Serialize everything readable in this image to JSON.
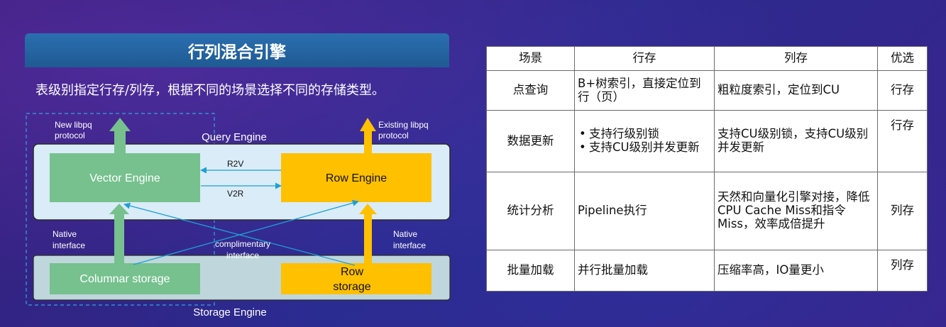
{
  "heading": "行列混合引擎",
  "subtitle": "表级别指定行存/列存，根据不同的场景选择不同的存储类型。",
  "diagram": {
    "query_engine": "Query Engine",
    "storage_engine": "Storage Engine",
    "vector_engine": "Vector Engine",
    "row_engine": "Row Engine",
    "columnar_storage": "Columnar storage",
    "row_storage": [
      "Row",
      "storage"
    ],
    "new_libpq": [
      "New libpq",
      "protocol"
    ],
    "existing_libpq": [
      "Existing libpq",
      "protocol"
    ],
    "native_left": [
      "Native",
      "interface"
    ],
    "native_right": [
      "Native",
      "interface"
    ],
    "complimentary": [
      "complimentary",
      "interface"
    ],
    "r2v": "R2V",
    "v2r": "V2R",
    "colors": {
      "green": "#76c18e",
      "yellow": "#ffc000",
      "engine_bg": "#d9ecf7",
      "storage_bg": "#bfd7dc",
      "arrow_blue": "#1e9fd6"
    }
  },
  "table": {
    "headers": [
      "场景",
      "行存",
      "列存",
      "优选"
    ],
    "rows": [
      {
        "scene": "点查询",
        "row": "B+树索引，直接定位到行（页）",
        "col": "粗粒度索引，定位到CU",
        "pref": "行存"
      },
      {
        "scene": "数据更新",
        "row_items": [
          "支持行级别锁",
          "支持CU级别并发更新"
        ],
        "col": "支持CU级别锁，支持CU级别并发更新",
        "pref": "行存"
      },
      {
        "scene": "统计分析",
        "row": "Pipeline执行",
        "col": "天然和向量化引擎对接，降低CPU Cache Miss和指令Miss，效率成倍提升",
        "pref": "列存"
      },
      {
        "scene": "批量加载",
        "row": "并行批量加载",
        "col": "压缩率高，IO量更小",
        "pref": "列存"
      }
    ]
  }
}
